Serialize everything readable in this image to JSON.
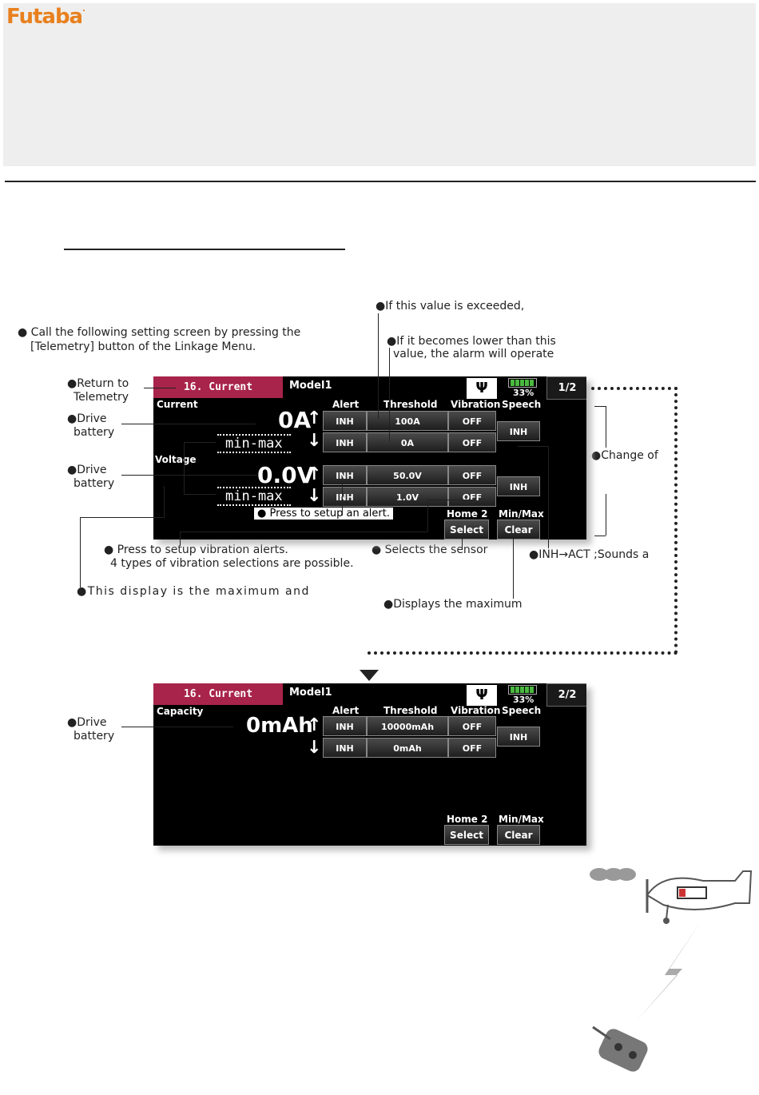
{
  "logo": {
    "text": "Futaba",
    "mark": "."
  },
  "notes": {
    "exceeded": "●If this value is exceeded,",
    "call_1": "● Call the following setting screen by pressing the",
    "call_2": "[Telemetry] button of the Linkage Menu.",
    "lower_1": "●If it becomes lower than this",
    "lower_2": "value, the alarm will operate",
    "return_1": "●Return to",
    "return_2": "Telemetry",
    "drive1_1": "●Drive",
    "drive1_2": "battery",
    "drive2_1": "●Drive",
    "drive2_2": "battery",
    "change": "●Change of",
    "alert_setup": "● Press to setup an alert.",
    "vibration_1": "● Press to setup vibration alerts.",
    "vibration_2": "4 types of vibration selections are possible.",
    "selects": "● Selects the sensor",
    "inh_act": "●INH→ACT ;Sounds a",
    "display": "●This display is the maximum and",
    "displays_max": "●Displays the maximum",
    "drive3_1": "●Drive",
    "drive3_2": "battery"
  },
  "screen1": {
    "tab": "16. Current",
    "model": "Model1",
    "battery_pct": "33%",
    "page": "1/2",
    "section1": "Current",
    "section2": "Voltage",
    "headers": {
      "alert": "Alert",
      "threshold": "Threshold",
      "vibration": "Vibration",
      "speech": "Speech"
    },
    "current_value": "0A",
    "voltage_value": "0.0V",
    "minmax": "min-max",
    "rows": [
      {
        "alert": "INH",
        "threshold": "100A",
        "vibration": "OFF"
      },
      {
        "alert": "INH",
        "threshold": "0A",
        "vibration": "OFF"
      },
      {
        "alert": "INH",
        "threshold": "50.0V",
        "vibration": "OFF"
      },
      {
        "alert": "INH",
        "threshold": "1.0V",
        "vibration": "OFF"
      }
    ],
    "speech": [
      "INH",
      "INH"
    ],
    "home_label": "Home 2",
    "minmax_label": "Min/Max",
    "select_btn": "Select",
    "clear_btn": "Clear"
  },
  "screen2": {
    "tab": "16. Current",
    "model": "Model1",
    "battery_pct": "33%",
    "page": "2/2",
    "section1": "Capacity",
    "headers": {
      "alert": "Alert",
      "threshold": "Threshold",
      "vibration": "Vibration",
      "speech": "Speech"
    },
    "capacity_value": "0mAh",
    "rows": [
      {
        "alert": "INH",
        "threshold": "10000mAh",
        "vibration": "OFF"
      },
      {
        "alert": "INH",
        "threshold": "0mAh",
        "vibration": "OFF"
      }
    ],
    "speech": [
      "INH"
    ],
    "home_label": "Home 2",
    "minmax_label": "Min/Max",
    "select_btn": "Select",
    "clear_btn": "Clear"
  },
  "icons": [
    "antenna-icon",
    "battery-icon",
    "up-arrow-icon",
    "down-arrow-icon",
    "airplane-icon",
    "transmitter-icon",
    "lightning-icon"
  ]
}
